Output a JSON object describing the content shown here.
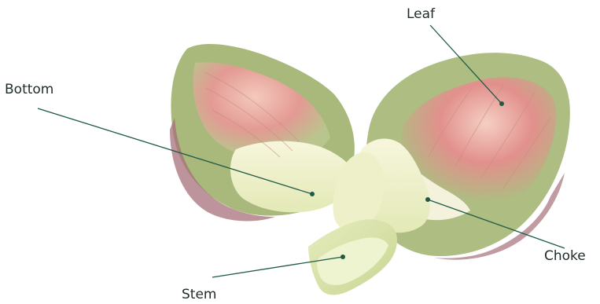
{
  "colors": {
    "label_text": "#1f2a2a",
    "leader_line": "#1e5a45",
    "leaf_outer": "#a9b97c",
    "leaf_pink": "#e39a93",
    "heart_pale": "#eef0c9",
    "stem_green": "#d5e0a3",
    "purple_edge": "#a7707a"
  },
  "labels": {
    "leaf": "Leaf",
    "bottom": "Bottom",
    "choke": "Choke",
    "stem": "Stem"
  }
}
